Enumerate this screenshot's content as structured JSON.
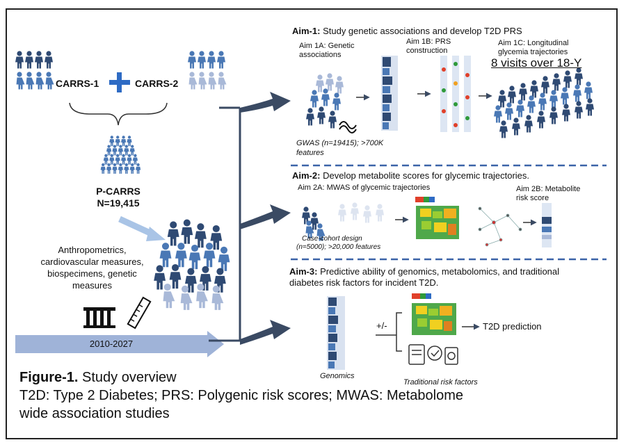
{
  "left": {
    "carrs1": "CARRS-1",
    "carrs2": "CARRS-2",
    "pcarrs": "P-CARRS",
    "n": "N=19,415",
    "measures": [
      "Anthropometrics,",
      "cardiovascular measures,",
      "biospecimens, genetic",
      "measures"
    ],
    "timeline": "2010-2027"
  },
  "aim1": {
    "label": "Aim-1:",
    "text": "Study genetic associations and develop T2D PRS",
    "a1a": [
      "Aim 1A: Genetic",
      "associations"
    ],
    "a1b": [
      "Aim 1B: PRS",
      "construction"
    ],
    "a1c": [
      "Aim 1C: Longitudinal",
      "glycemia trajectories"
    ],
    "visits": "8 visits over 18-Y",
    "gwas": [
      "GWAS (n=19415); >700K",
      "features"
    ]
  },
  "aim2": {
    "label": "Aim-2:",
    "text": "Develop metabolite scores for glycemic trajectories.",
    "a2a": "Aim 2A: MWAS of glycemic trajectories",
    "a2b": [
      "Aim 2B: Metabolite",
      "risk score"
    ],
    "design": [
      "Case-cohort design",
      "(n=5000); >20,000 features"
    ]
  },
  "aim3": {
    "label": "Aim-3:",
    "text": [
      "Predictive ability of genomics, metabolomics, and traditional",
      "diabetes risk factors for incident T2D."
    ],
    "plusminus": "+/-",
    "prediction": "T2D prediction",
    "genomics": "Genomics",
    "traditional": "Traditional risk factors"
  },
  "caption": {
    "title": "Figure-1.",
    "title_rest": " Study overview",
    "line2": "T2D: Type 2 Diabetes; PRS: Polygenic risk scores; MWAS: Metabolome",
    "line3": "wide association studies"
  },
  "colors": {
    "dark_blue": "#2f4a73",
    "mid_blue": "#4a78b5",
    "light_blue": "#a9b9d8",
    "accent_blue": "#2e6bc4",
    "dashed": "#3b63a8",
    "arrow": "#3a4a63"
  }
}
